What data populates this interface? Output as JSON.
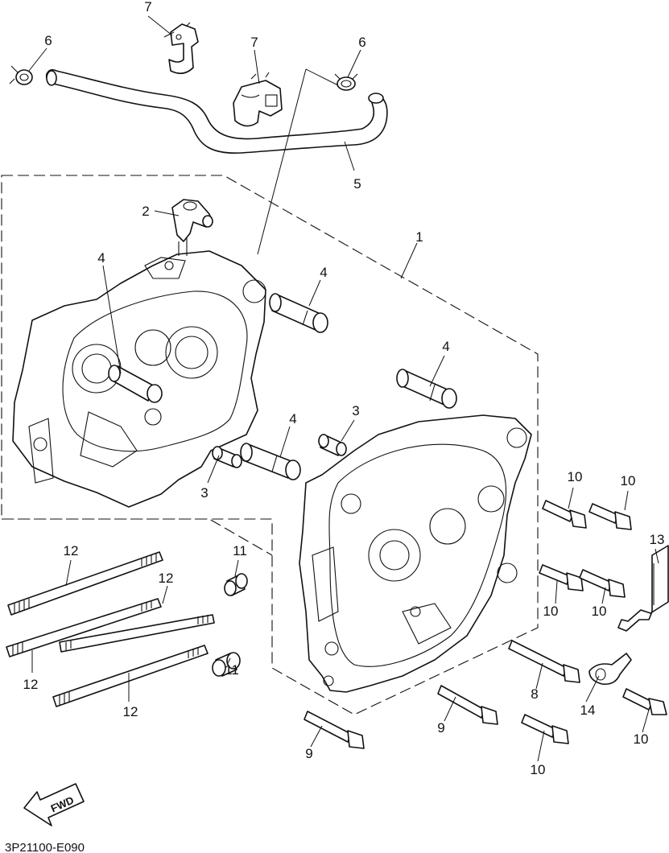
{
  "diagram": {
    "drawing_code": "3P21100-E090",
    "direction_label": "FWD",
    "callouts": {
      "c1": "1",
      "c2": "2",
      "c3a": "3",
      "c3b": "3",
      "c4a": "4",
      "c4b": "4",
      "c4c": "4",
      "c4d": "4",
      "c5": "5",
      "c6a": "6",
      "c6b": "6",
      "c7a": "7",
      "c7b": "7",
      "c8": "8",
      "c9a": "9",
      "c9b": "9",
      "c10a": "10",
      "c10b": "10",
      "c10c": "10",
      "c10d": "10",
      "c10e": "10",
      "c10f": "10",
      "c11a": "11",
      "c11b": "11",
      "c12a": "12",
      "c12b": "12",
      "c12c": "12",
      "c12d": "12",
      "c13": "13",
      "c14": "14"
    }
  }
}
